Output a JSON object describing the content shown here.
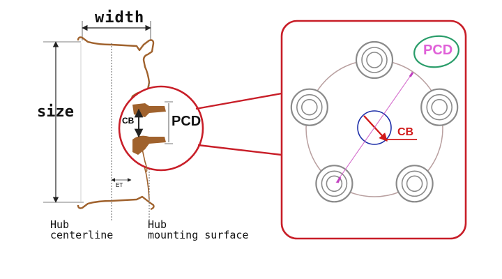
{
  "labels": {
    "width": "width",
    "size": "size",
    "cb_small": "CB",
    "pcd_small": "PCD",
    "et": "ET",
    "hub_centerline_line1": "Hub",
    "hub_centerline_line2": "centerline",
    "hub_mounting_line1": "Hub",
    "hub_mounting_line2": "mounting surface",
    "pcd_big": "PCD",
    "cb_big": "CB"
  },
  "colors": {
    "callout_red": "#c81e28",
    "rim_brown": "#a0622d",
    "bolt_circle": "#b9a0a0",
    "stud_gray": "#8a8a8a",
    "center_bore_blue": "#1d2ea8",
    "cb_red": "#d11a1a",
    "pcd_magenta": "#e060d8",
    "pcd_outline_green": "#2a9d6a"
  },
  "diagram": {
    "stud_count": 5,
    "icons": [
      "wheel-rim-cross-section",
      "bolt-pattern-detail",
      "magnifier-callout"
    ]
  }
}
